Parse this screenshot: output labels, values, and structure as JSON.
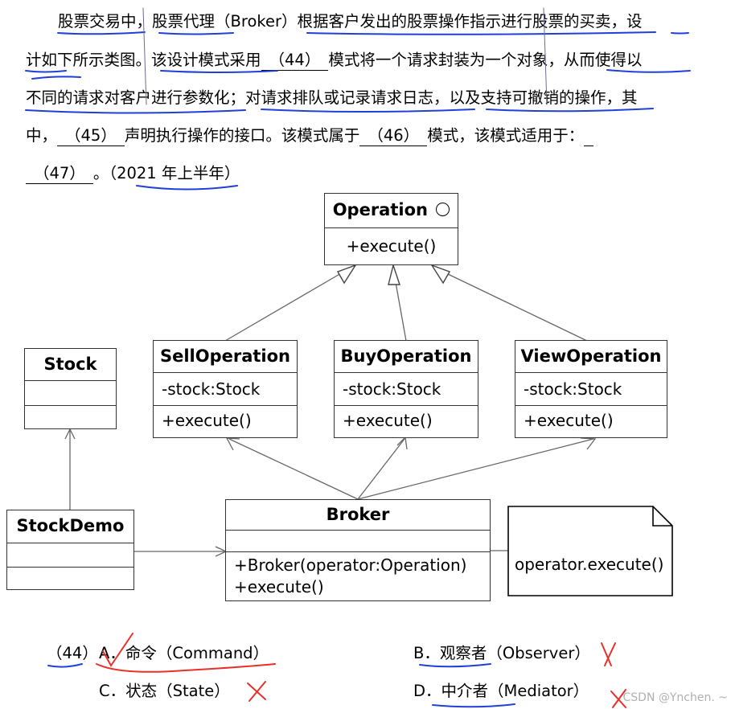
{
  "question": {
    "line1": "股票交易中，股票代理（Broker）根据客户发出的股票操作指示进行股票的买卖，设",
    "line2a": "计如下所示类图。该设计模式采用",
    "blank44": "（44）",
    "line2b": "模式将一个请求封装为一个对象，从而使得以",
    "line3": "不同的请求对客户进行参数化；对请求排队或记录请求日志，以及支持可撤销的操作，其",
    "line4a": "中，",
    "blank45": "（45）",
    "line4b": "声明执行操作的接口。该模式属于",
    "blank46": "（46）",
    "line4c": "模式，该模式适用于：",
    "blank47": "（47）",
    "line5b": "。（2021 年上半年）"
  },
  "diagram": {
    "operation": {
      "title": "Operation",
      "method": "+execute()"
    },
    "sell": {
      "title": "SellOperation",
      "attr": "-stock:Stock",
      "method": "+execute()"
    },
    "buy": {
      "title": "BuyOperation",
      "attr": "-stock:Stock",
      "method": "+execute()"
    },
    "view": {
      "title": "ViewOperation",
      "attr": "-stock:Stock",
      "method": "+execute()"
    },
    "stock": {
      "title": "Stock"
    },
    "stockdemo": {
      "title": "StockDemo"
    },
    "broker": {
      "title": "Broker",
      "method1": "+Broker(operator:Operation)",
      "method2": "+execute()"
    },
    "note": {
      "text": "operator.execute()"
    }
  },
  "options": {
    "number": "（44）",
    "a": "A．命令（Command）",
    "b": "B．观察者（Observer）",
    "c": "C．状态（State）",
    "d": "D．中介者（Mediator）"
  },
  "watermark": "CSDN @Ynchen. ~",
  "colors": {
    "annotation_blue": "#1f3fd6",
    "annotation_red": "#e8302a"
  }
}
